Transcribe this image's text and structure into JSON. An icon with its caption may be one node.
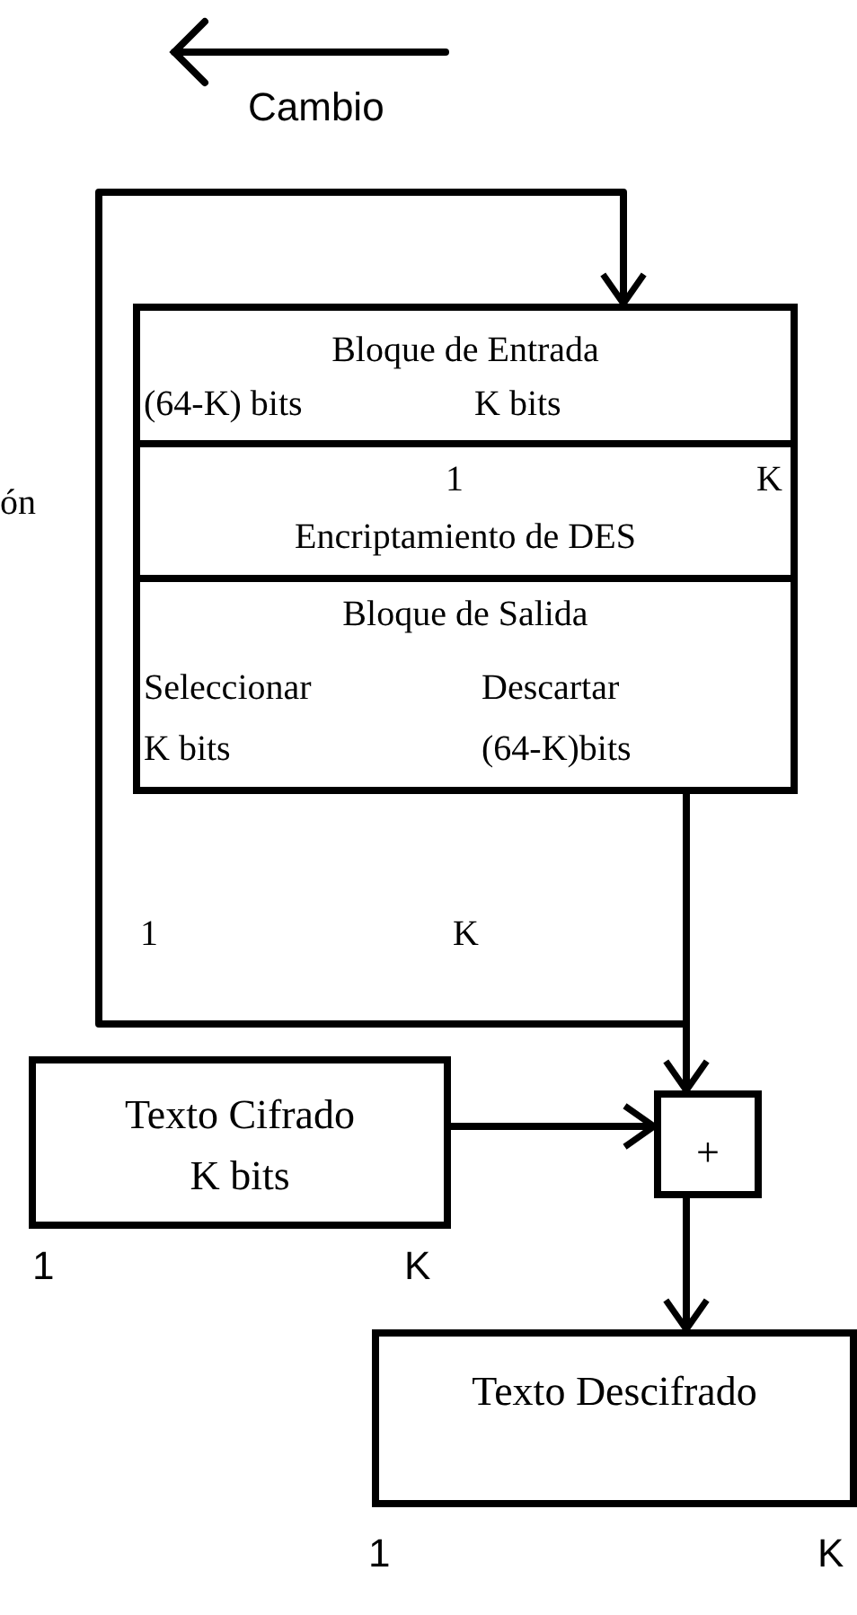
{
  "diagram": {
    "nodes": [
      {
        "text": [
          "Bloque de Entrada",
          "(64-K) bits",
          "K bits"
        ]
      },
      {
        "text": [
          "1",
          "K",
          "Encriptamiento de DES"
        ]
      },
      {
        "text": [
          "Bloque de Salida",
          "Seleccionar K bits",
          "Descartar (64-K)bits"
        ]
      },
      {
        "text": [
          "Texto Cifrado K bits"
        ],
        "beside": [
          "1",
          "K"
        ]
      },
      {
        "text": [
          "+"
        ]
      },
      {
        "text": [
          "Texto Descifrado"
        ],
        "beside": [
          "1",
          "K"
        ]
      }
    ],
    "edges": [
      {
        "from": 2,
        "to": 0,
        "arrow": "to"
      },
      {
        "from": 2,
        "to": 4,
        "arrow": "to"
      },
      {
        "from": 3,
        "to": 4,
        "arrow": "to"
      },
      {
        "from": 4,
        "to": 5,
        "arrow": "to"
      }
    ],
    "labels": [
      "Cambio",
      "ón",
      "1",
      "K"
    ]
  }
}
